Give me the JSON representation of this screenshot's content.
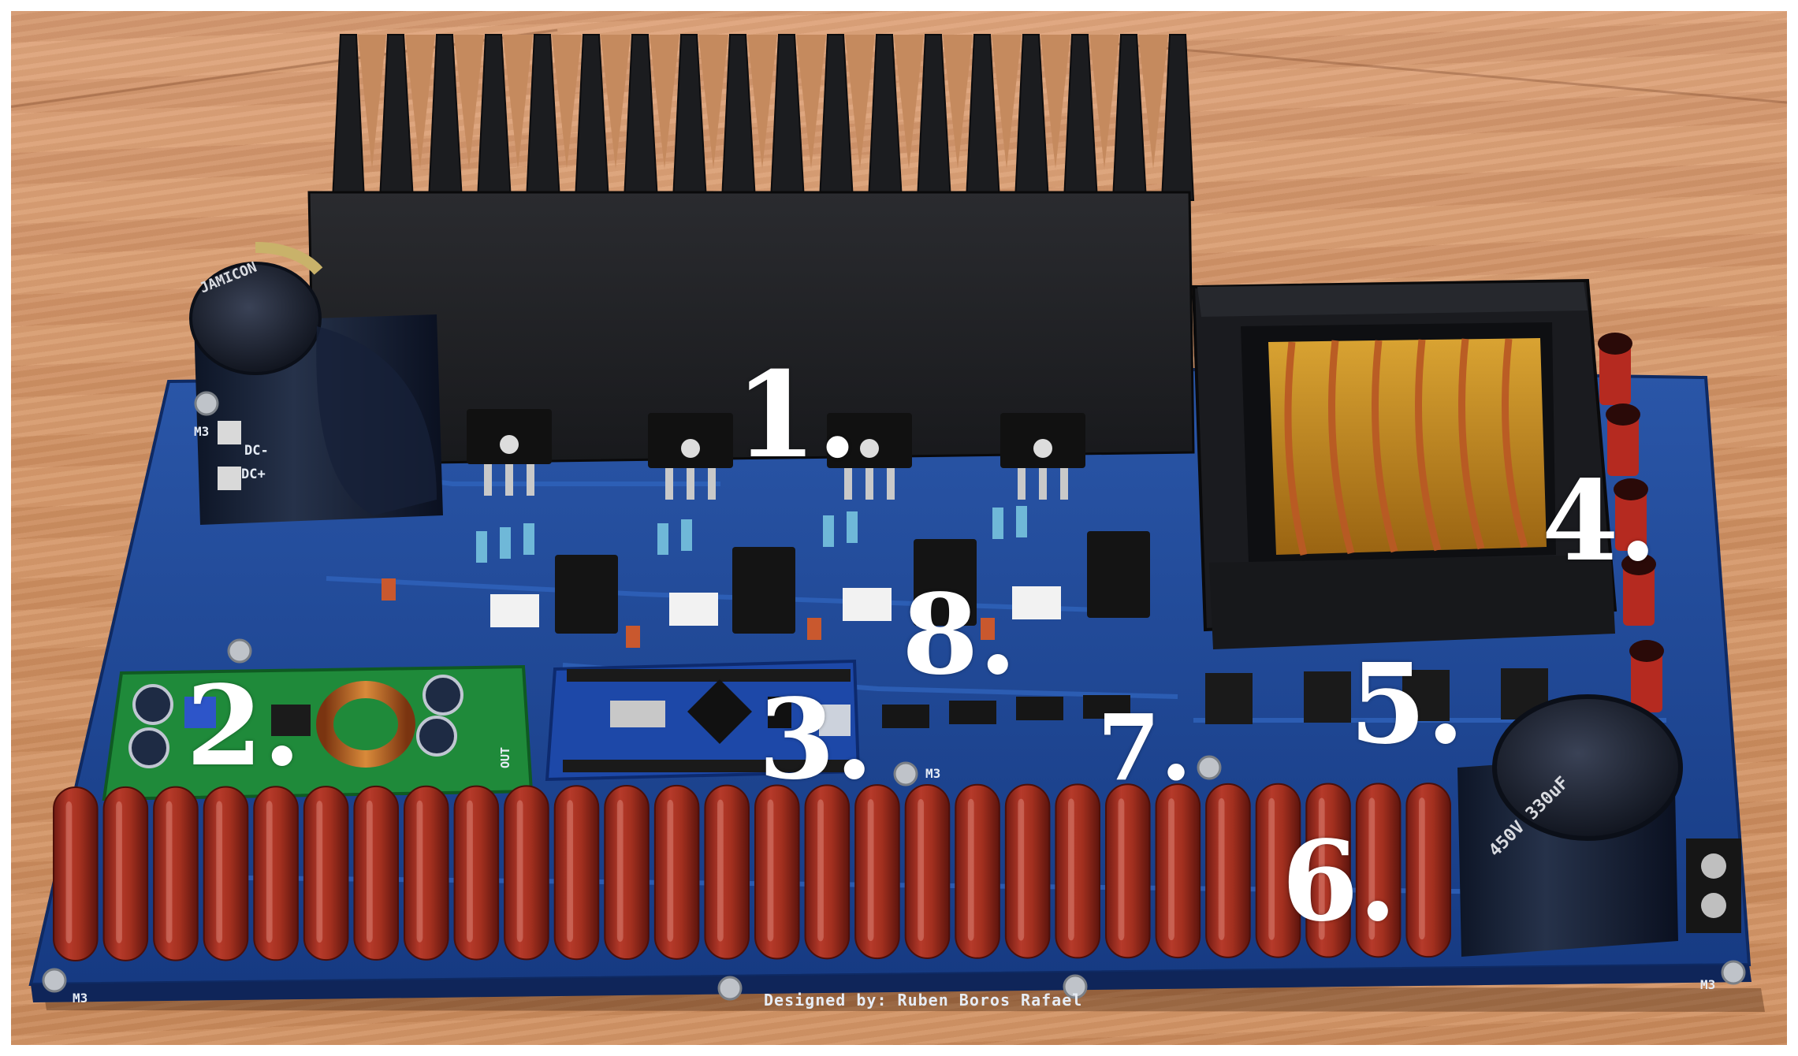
{
  "labels": {
    "n1": "1.",
    "n2": "2.",
    "n3": "3.",
    "n4": "4.",
    "n5": "5.",
    "n6": "6.",
    "n7": "7.",
    "n8": "8."
  },
  "silkscreen": {
    "designer": "Designed by: Ruben Boros Rafael",
    "dc_minus": "DC-",
    "dc_plus": "DC+",
    "m3_top_left": "M3",
    "m3_bottom_left": "M3",
    "m3_bottom_right": "M3",
    "m3_middle": "M3",
    "out": "OUT",
    "capacitor_left_brand": "JAMICON",
    "capacitor_right_rating": "450V 330uF"
  },
  "colors": {
    "pcb": "#1a3f86",
    "heatsink": "#1e1f22",
    "capacitor_red": "#9a2a1e",
    "label_white": "#ffffff"
  }
}
